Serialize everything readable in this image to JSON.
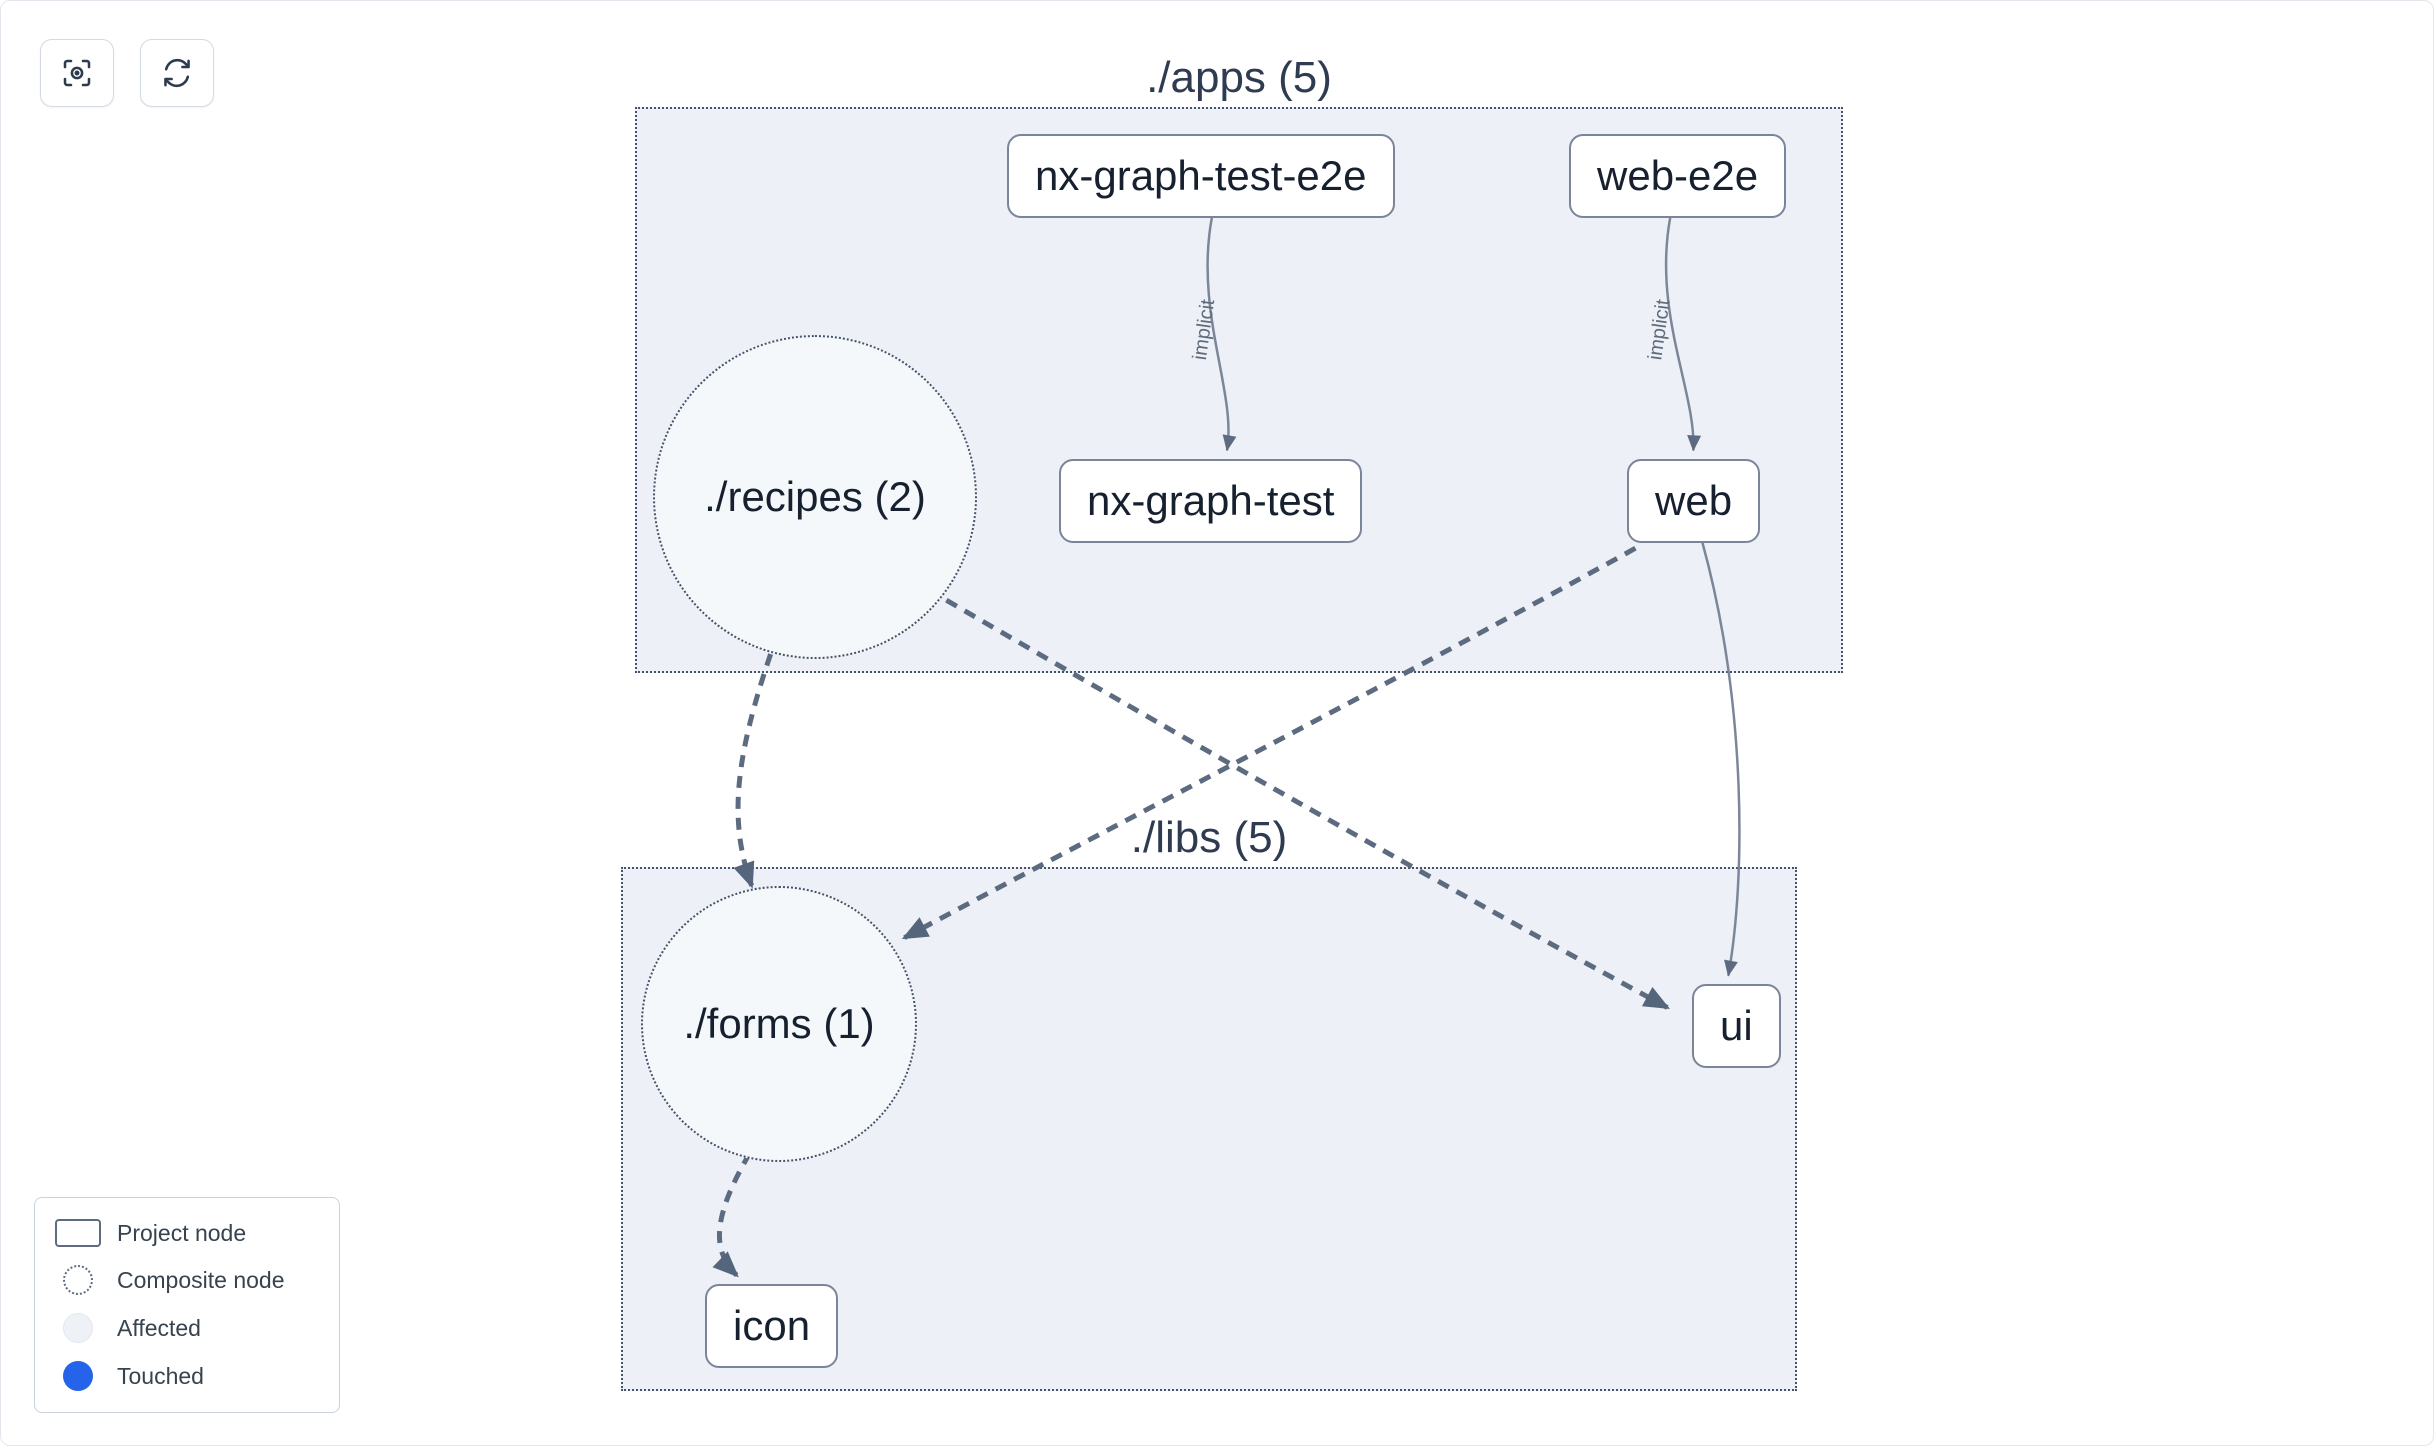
{
  "canvas": {
    "background": "#ffffff",
    "border_color": "#e3e7ed"
  },
  "toolbar": {
    "buttons": [
      {
        "name": "focus-button",
        "icon": "focus-target-icon"
      },
      {
        "name": "refresh-button",
        "icon": "refresh-icon"
      }
    ]
  },
  "groups": {
    "apps": {
      "label": "./apps (5)"
    },
    "libs": {
      "label": "./libs (5)"
    }
  },
  "nodes": {
    "nx_graph_test_e2e": {
      "label": "nx-graph-test-e2e",
      "type": "project"
    },
    "web_e2e": {
      "label": "web-e2e",
      "type": "project"
    },
    "recipes": {
      "label": "./recipes (2)",
      "type": "composite"
    },
    "nx_graph_test": {
      "label": "nx-graph-test",
      "type": "project"
    },
    "web": {
      "label": "web",
      "type": "project"
    },
    "forms": {
      "label": "./forms (1)",
      "type": "composite"
    },
    "ui": {
      "label": "ui",
      "type": "project"
    },
    "icon": {
      "label": "icon",
      "type": "project"
    }
  },
  "edges": {
    "implicit_label": "implicit"
  },
  "legend": {
    "items": [
      {
        "label": "Project node",
        "icon": "project-node-swatch"
      },
      {
        "label": "Composite node",
        "icon": "composite-node-swatch"
      },
      {
        "label": "Affected",
        "icon": "affected-swatch"
      },
      {
        "label": "Touched",
        "icon": "touched-swatch"
      }
    ]
  },
  "colors": {
    "group_fill": "#edf1f7",
    "group_border": "#44536a",
    "node_border": "#7a8599",
    "edge": "#5d6b80",
    "touched": "#2563eb"
  }
}
